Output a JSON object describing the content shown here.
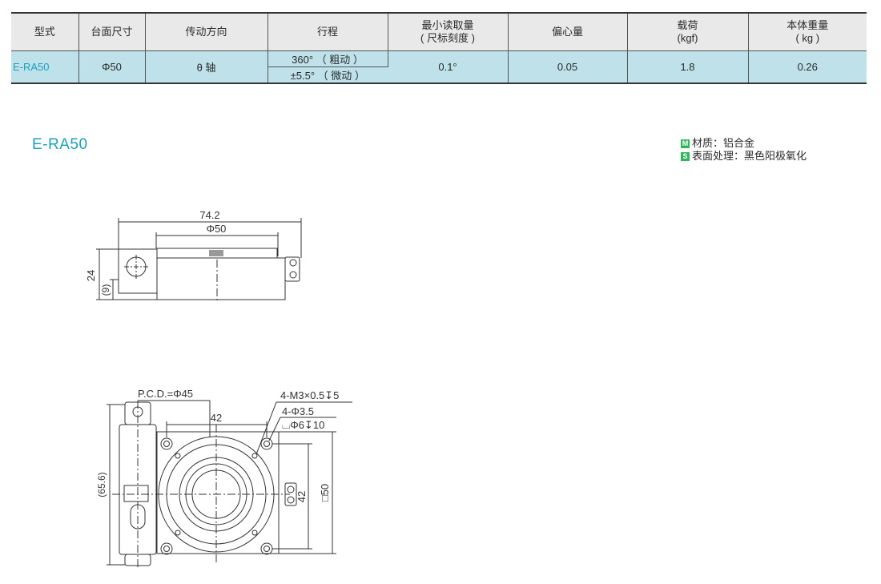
{
  "table": {
    "headers": [
      "型式",
      "台面尺寸",
      "传动方向",
      "行程",
      "最小读取量",
      "( 尺标刻度 )",
      "偏心量",
      "载荷",
      "(kgf)",
      "本体重量",
      "( kg )"
    ],
    "row": {
      "model": "E-RA50",
      "table_size": "Φ50",
      "direction": "θ 轴",
      "stroke_coarse": "360°  （ 粗动 ）",
      "stroke_fine": "±5.5°  （ 微动 ）",
      "min_reading": "0.1°",
      "eccentricity": "0.05",
      "load": "1.8",
      "weight": "0.26"
    }
  },
  "model_title": "E-RA50",
  "notes": {
    "material_badge": "M",
    "material": "材质：铝合金",
    "surface_badge": "S",
    "surface": "表面处理：黑色阳极氧化"
  },
  "drawing": {
    "dim_overall": "74.2",
    "dim_table": "Φ50",
    "dim_height": "24",
    "dim_base": "(9)",
    "pcd": "P.C.D.=Φ45",
    "dim_42_top": "42",
    "tap": "4-M3×0.5↧5",
    "hole": "4-Φ3.5",
    "counterbore": "⌴Φ6↧10",
    "dim_42_side": "42",
    "dim_50_side": "□50",
    "dim_65": "(65.6)"
  },
  "colors": {
    "accent": "#1a9fc0",
    "row_bg": "#bfe2ea",
    "header_bg": "#e9e9e9",
    "badge": "#2fb55a"
  }
}
